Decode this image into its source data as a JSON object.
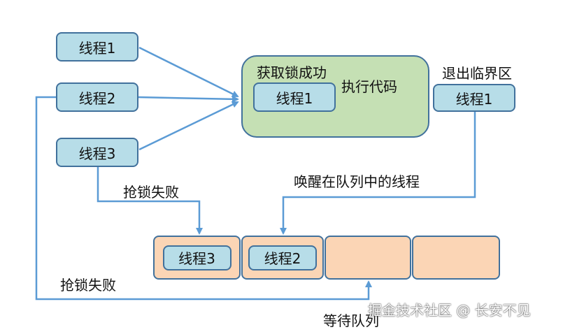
{
  "threads_left": {
    "t1": "线程1",
    "t2": "线程2",
    "t3": "线程3"
  },
  "success_box": {
    "title": "获取锁成功",
    "thread": "线程1",
    "action": "执行代码"
  },
  "exit": {
    "label": "退出临界区",
    "thread": "线程1"
  },
  "wake_label": "唤醒在队列中的线程",
  "fail_label_1": "抢锁失败",
  "fail_label_2": "抢锁失败",
  "queue": {
    "slots": [
      "线程3",
      "线程2",
      "",
      ""
    ],
    "label": "等待队列"
  },
  "watermark": "掘金技术社区 @ 长安不见",
  "colors": {
    "thread_fill": "#b7dde8",
    "border": "#41719c",
    "success_fill": "#c5e0b4",
    "queue_fill": "#fbd5b5",
    "arrow": "#5b9bd5"
  }
}
